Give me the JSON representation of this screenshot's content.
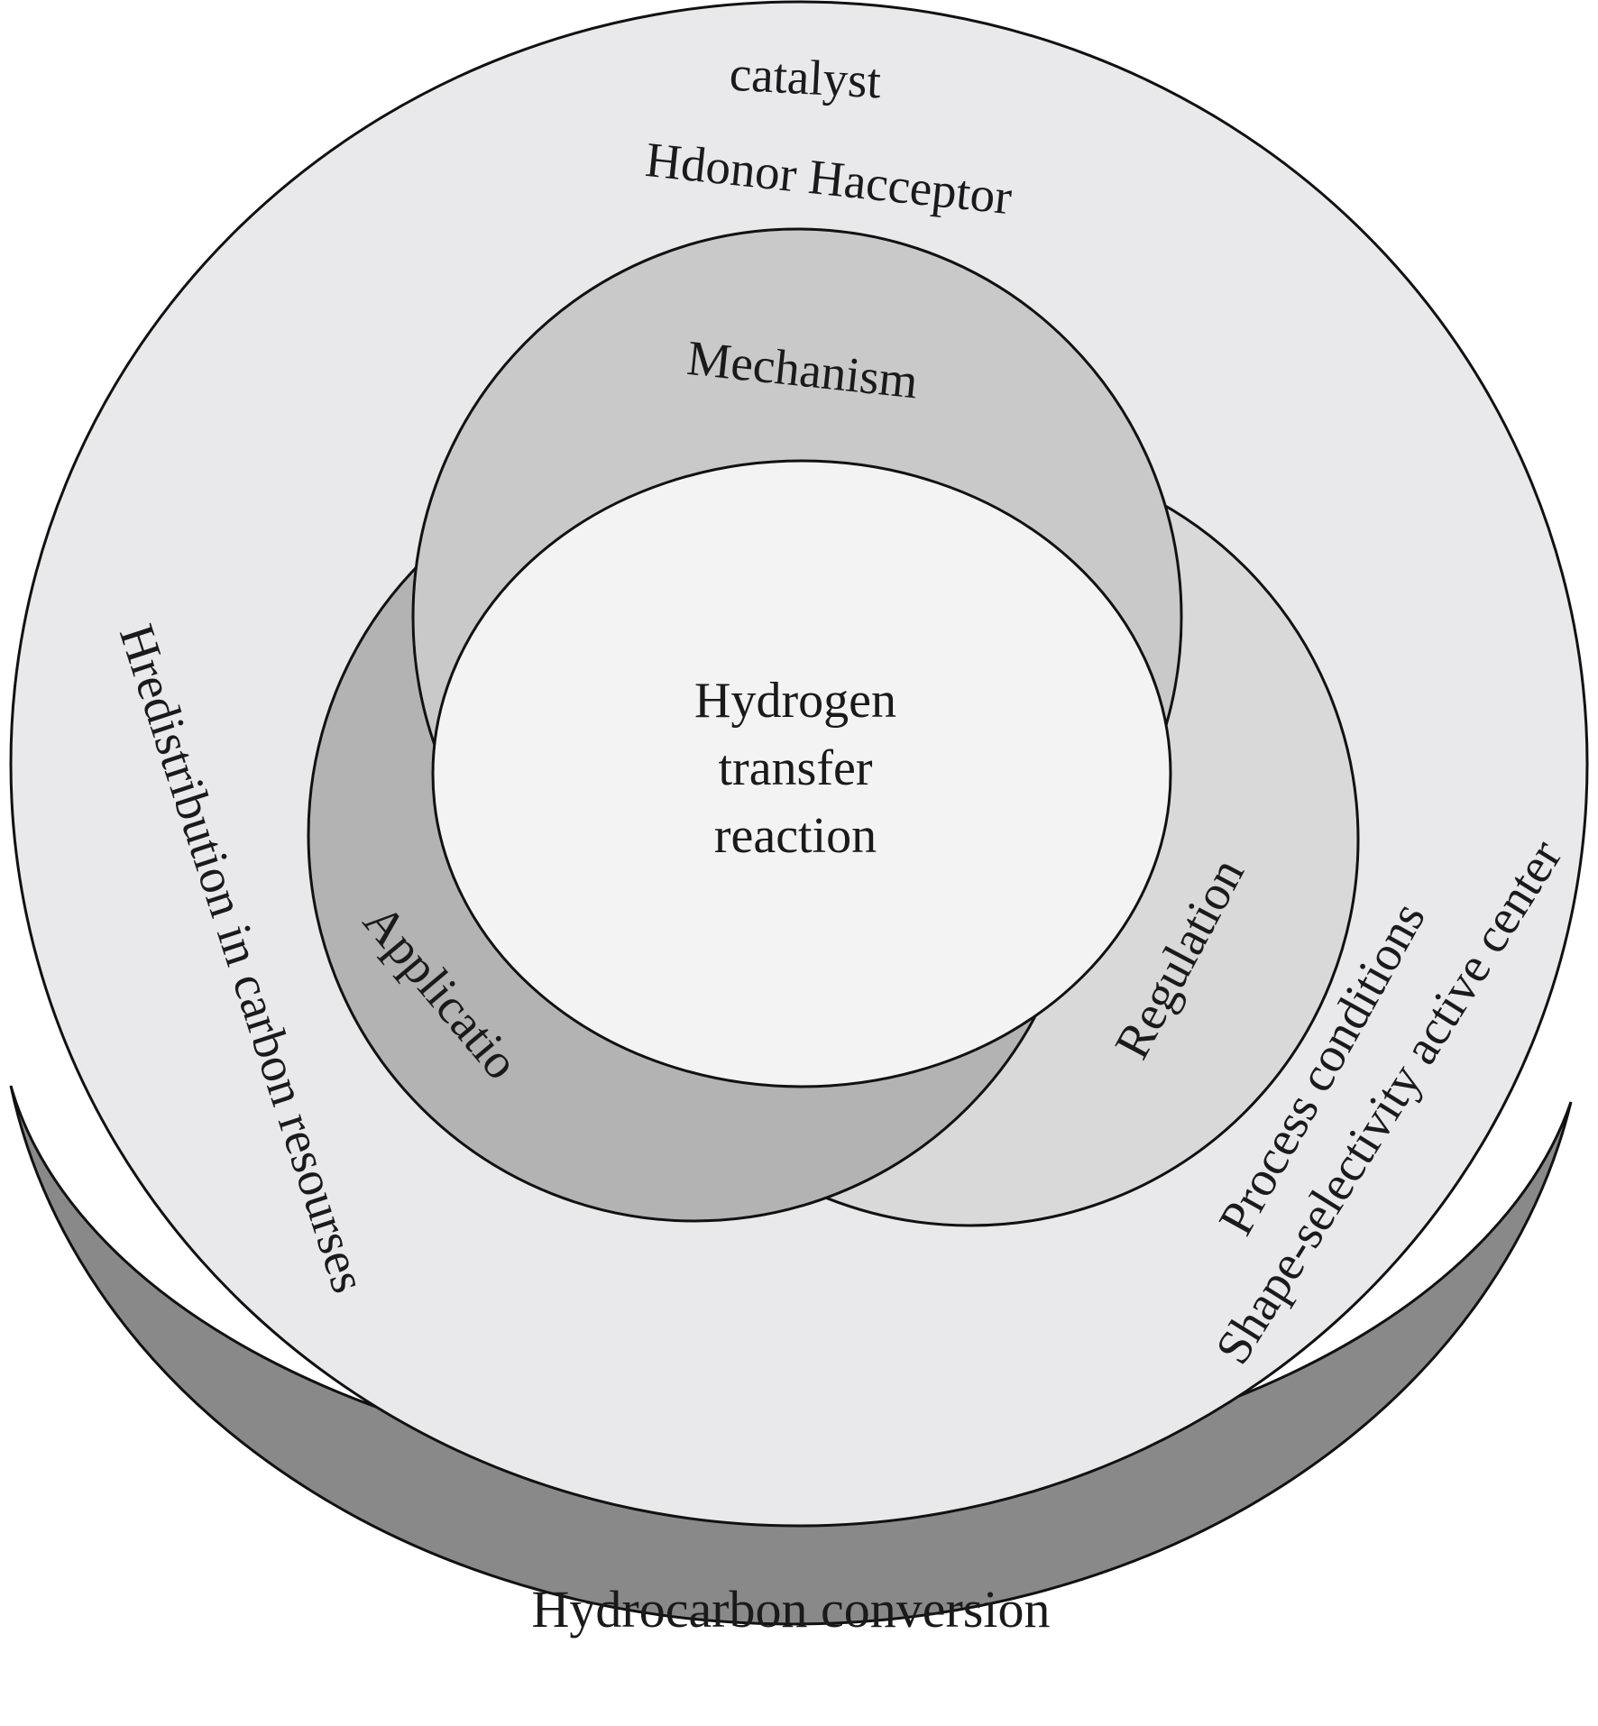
{
  "colors": {
    "outer_ring": "#e9e8ea",
    "mechanism": "#c9c9c9",
    "application": "#b3b3b3",
    "regulation": "#dad9da",
    "center": "#f4f3f3",
    "base": "#898989",
    "stroke": "#111111"
  },
  "outer": {
    "catalyst": "catalyst",
    "h_donor_acceptor": "Hdonor Hacceptor",
    "h_redistribution": "Hredistribution in carbon resourses",
    "process_conditions": "Process conditions",
    "shape_selectivity": "Shape-selectivity active center"
  },
  "venn": {
    "mechanism": "Mechanism",
    "application": "Applicatio",
    "regulation": "Regulation"
  },
  "center": {
    "line1": "Hydrogen",
    "line2": "transfer",
    "line3": "reaction"
  },
  "base": {
    "label": "Hydrocarbon conversion"
  }
}
